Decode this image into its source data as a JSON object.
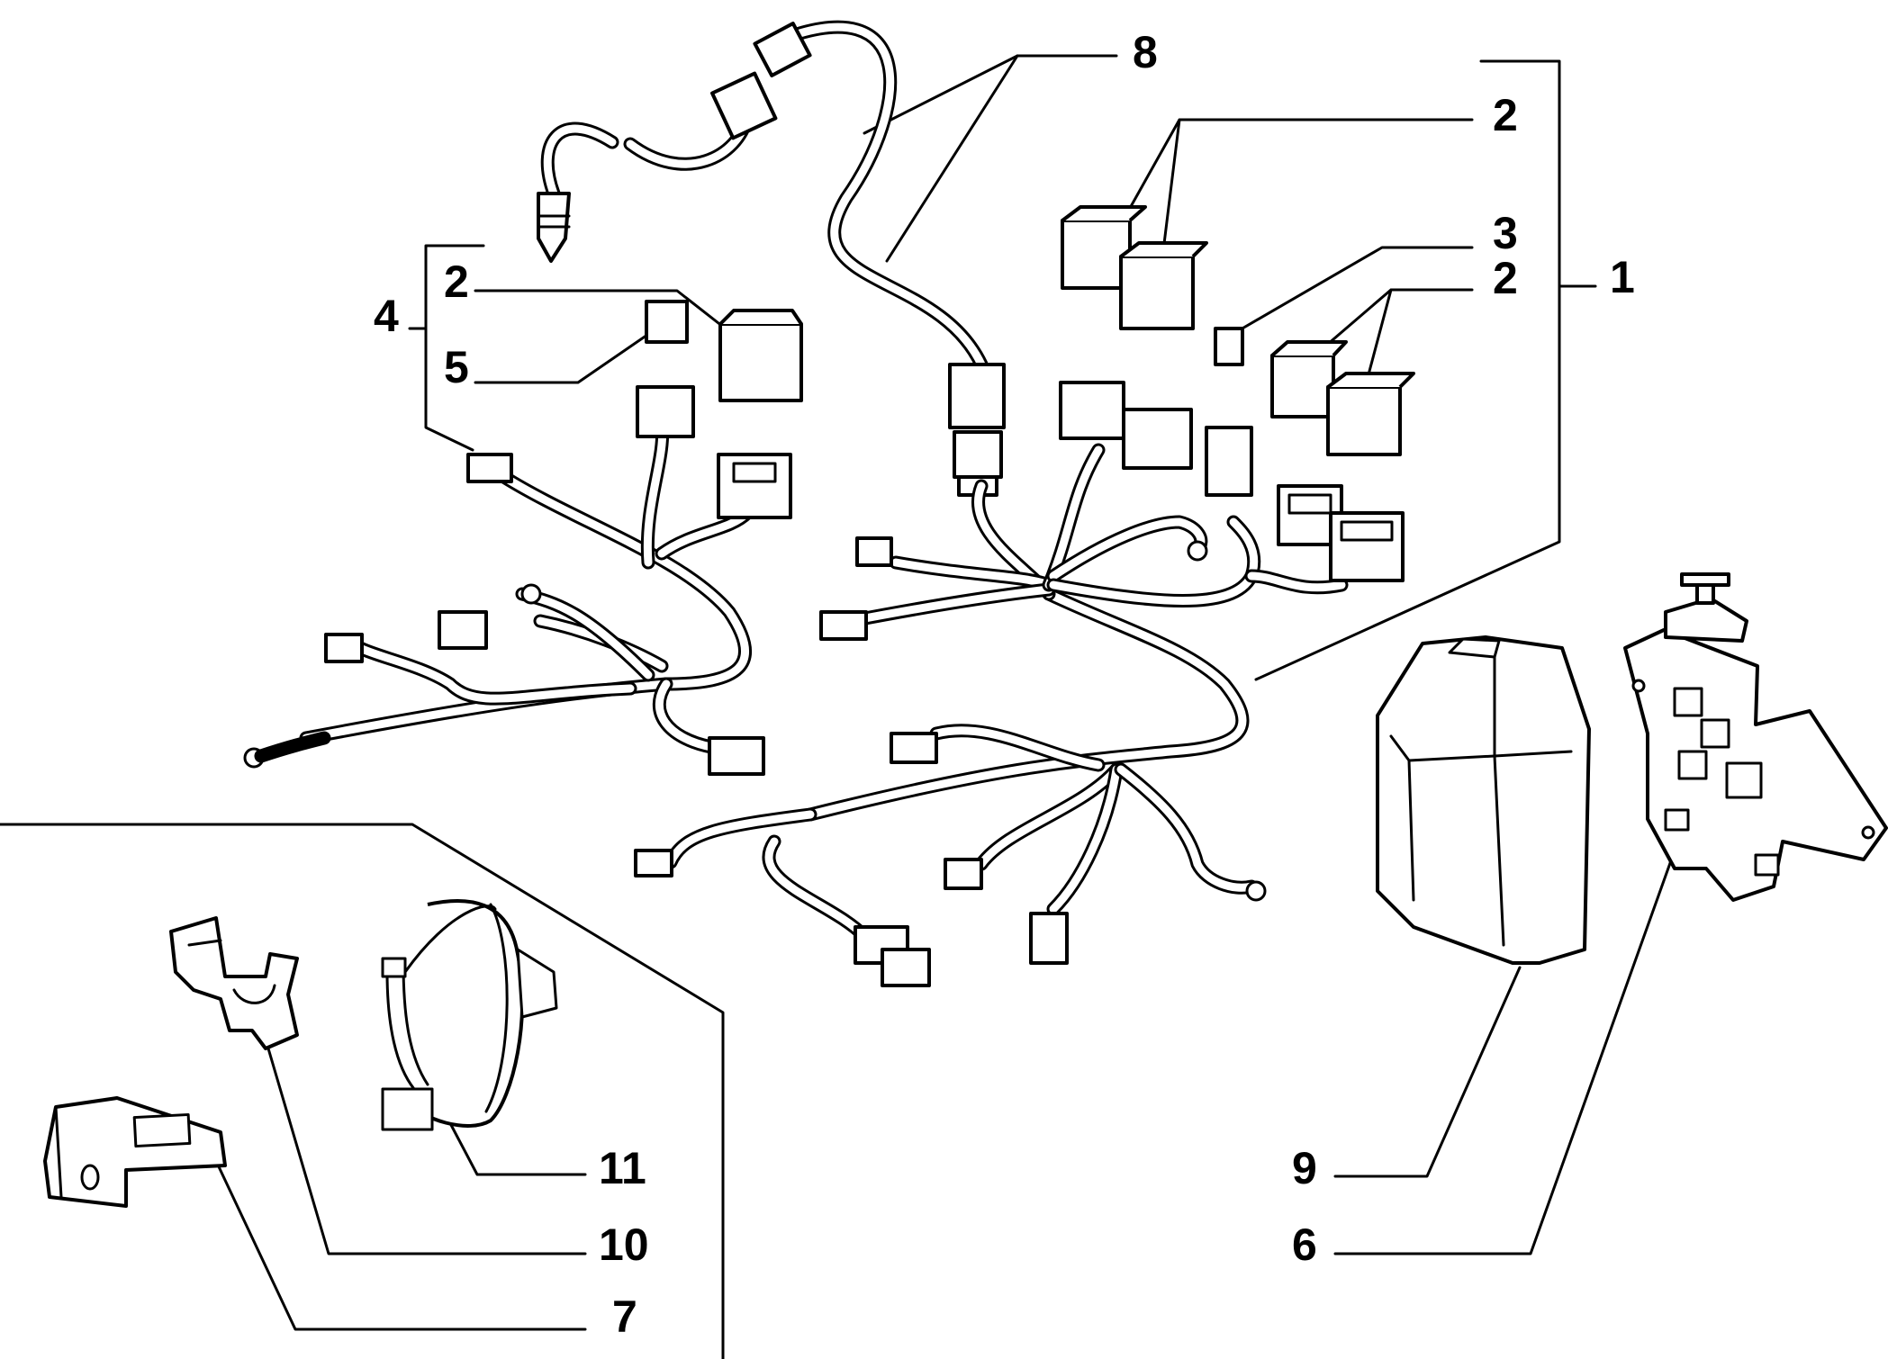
{
  "callouts": [
    {
      "id": "c8",
      "label": "8"
    },
    {
      "id": "c2a",
      "label": "2"
    },
    {
      "id": "c3",
      "label": "3"
    },
    {
      "id": "c2b",
      "label": "2"
    },
    {
      "id": "c1",
      "label": "1"
    },
    {
      "id": "c2c",
      "label": "2"
    },
    {
      "id": "c4",
      "label": "4"
    },
    {
      "id": "c5",
      "label": "5"
    },
    {
      "id": "c11",
      "label": "11"
    },
    {
      "id": "c10",
      "label": "10"
    },
    {
      "id": "c7",
      "label": "7"
    },
    {
      "id": "c9",
      "label": "9"
    },
    {
      "id": "c6",
      "label": "6"
    }
  ]
}
